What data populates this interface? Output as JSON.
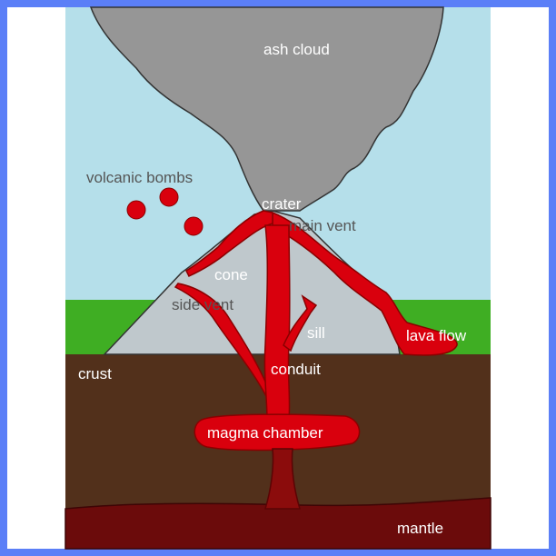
{
  "labels": {
    "ash_cloud": "ash cloud",
    "volcanic_bombs": "volcanic bombs",
    "crater": "crater",
    "main_vent": "main vent",
    "cone": "cone",
    "side_vent": "side vent",
    "sill": "sill",
    "lava_flow": "lava flow",
    "crust": "crust",
    "conduit": "conduit",
    "magma_chamber": "magma chamber",
    "mantle": "mantle"
  },
  "colors": {
    "frame": "#5b7ff7",
    "sky": "#b5dfea",
    "ash": "#969696",
    "cone": "#bfc8cc",
    "grass": "#3fae23",
    "crust": "#52301b",
    "mantle": "#6b0b0b",
    "magma": "#d9000d",
    "text_light": "#ffffff",
    "text_dark": "#555555"
  }
}
